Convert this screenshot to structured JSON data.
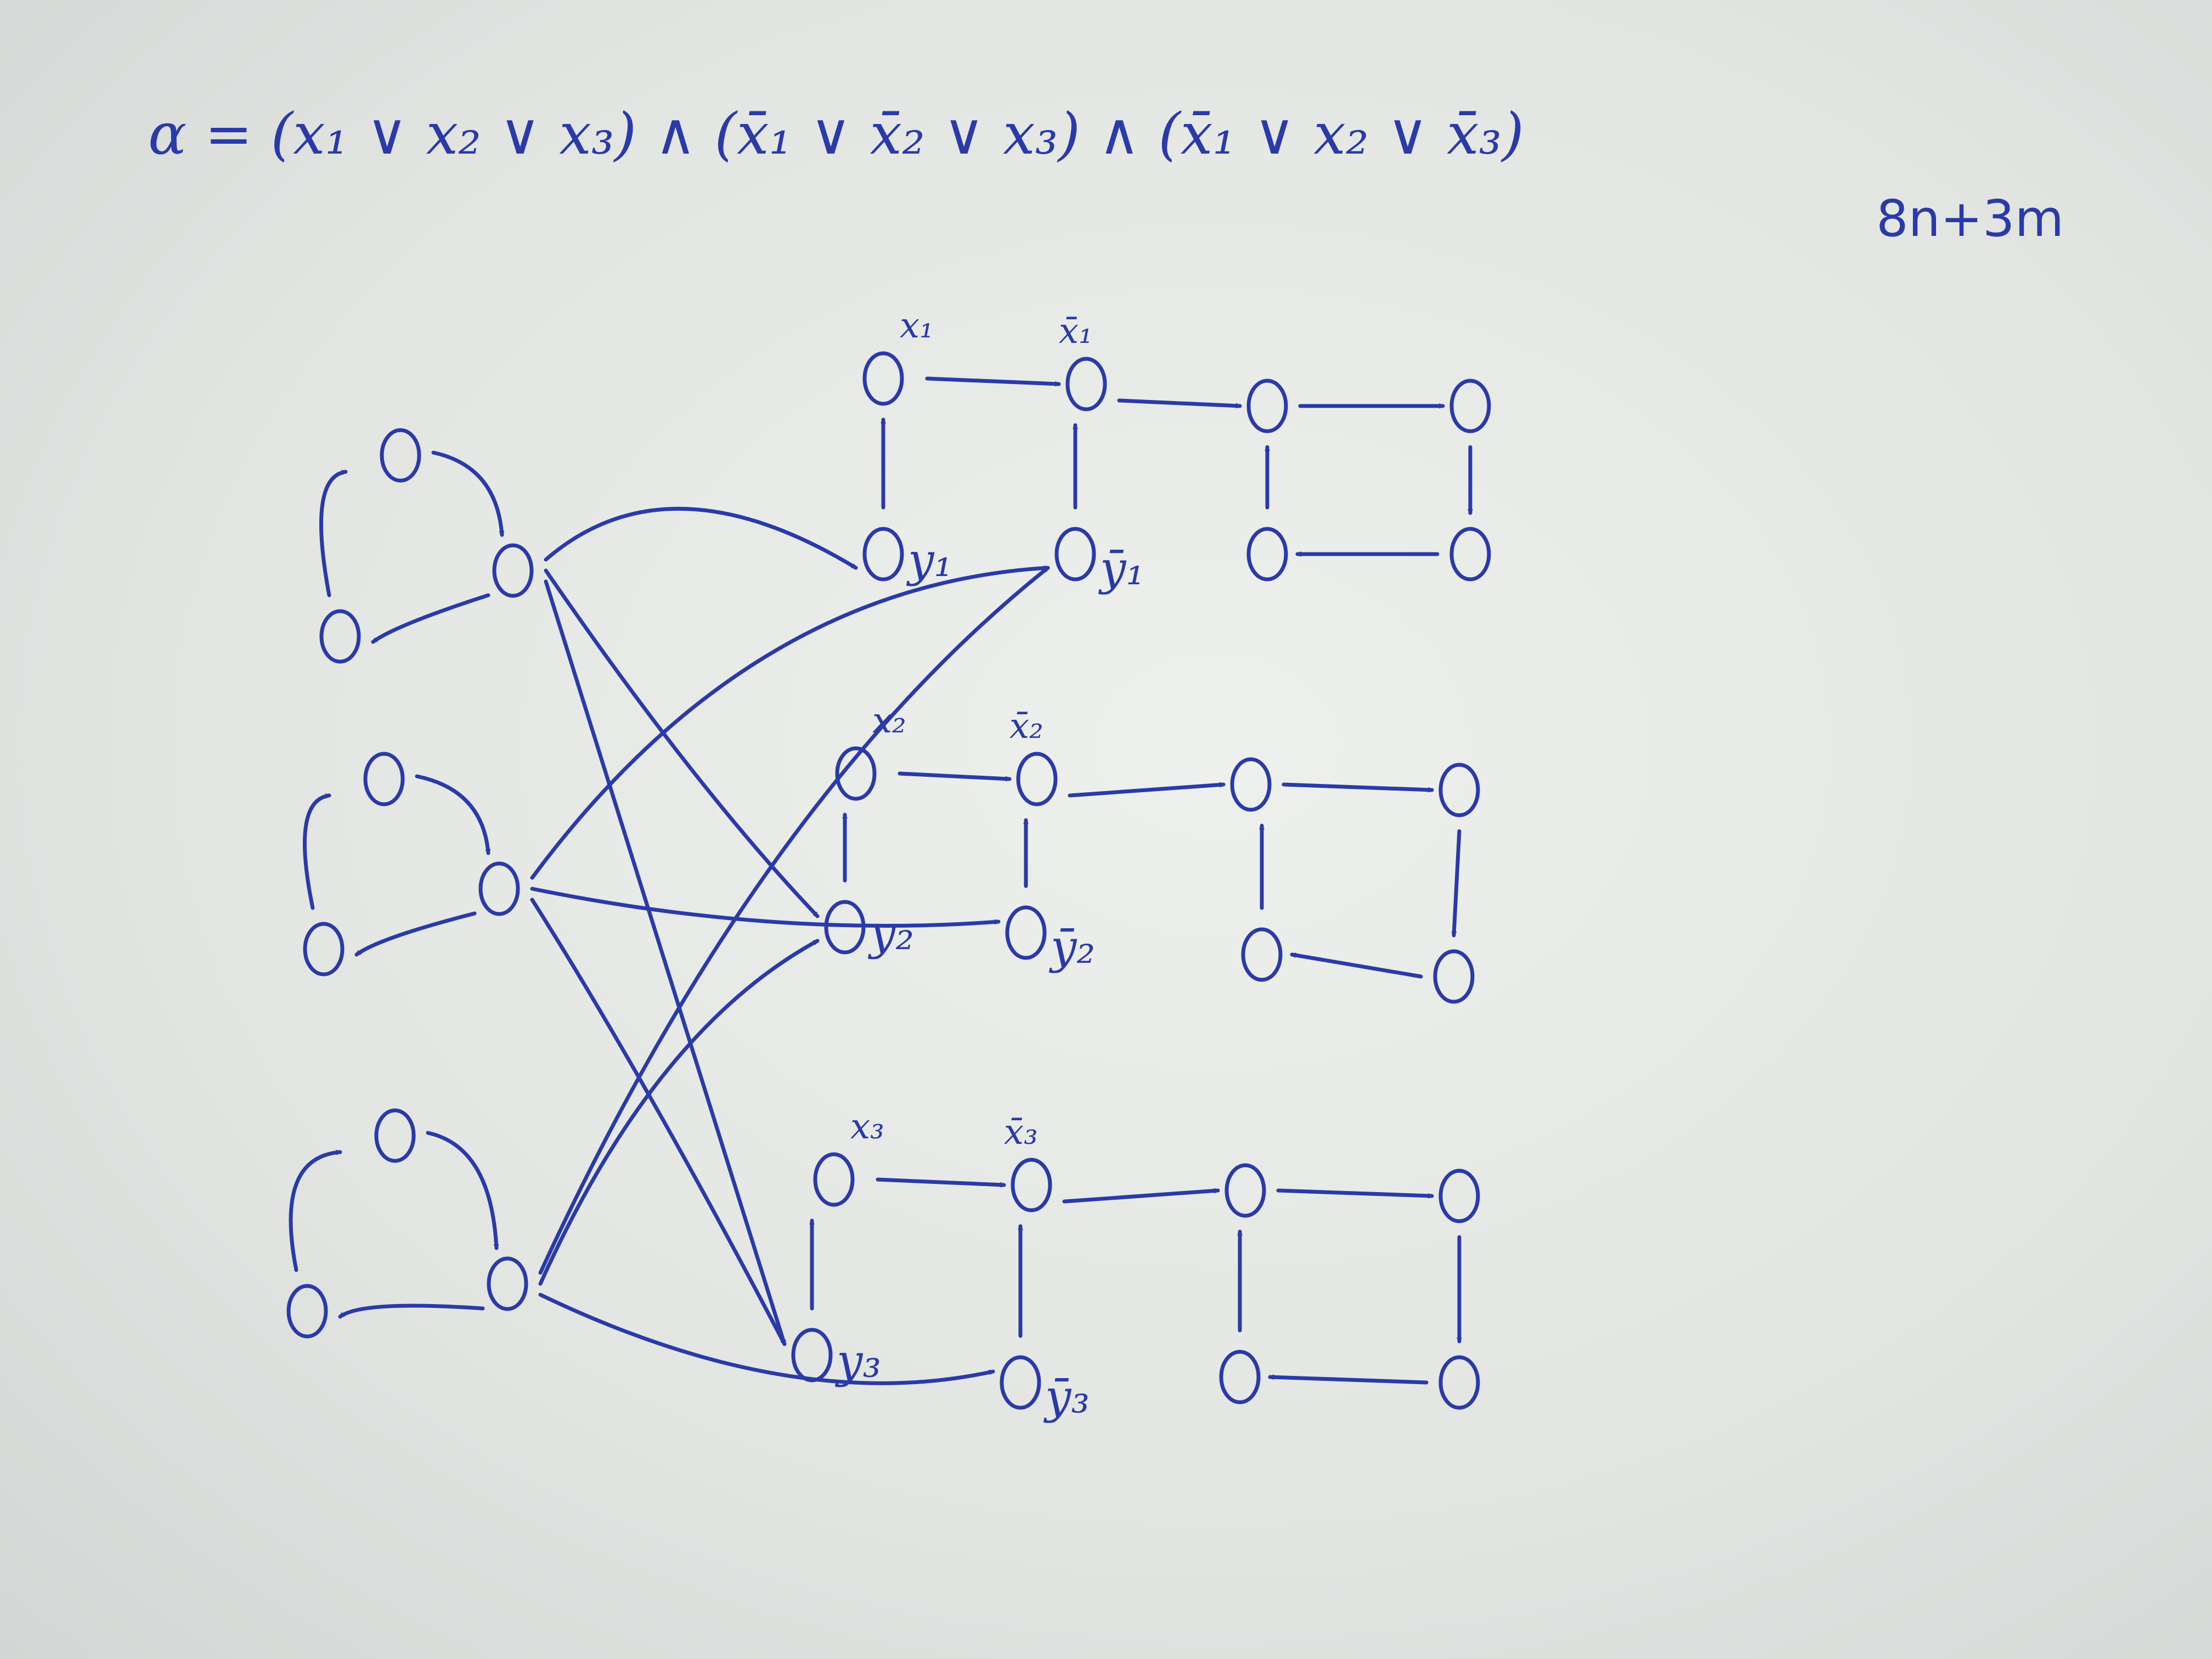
{
  "formula": "α = (x₁ ∨ x₂ ∨ x₃) ∧ (x̄₁ ∨ x̄₂ ∨ x₃) ∧ (x̄₁ ∨ x₂ ∨ x̄₃)",
  "size_note": "8n+3m",
  "gadgets": [
    {
      "x_label": "x₁",
      "xbar_label": "x̄₁",
      "y_label": "y₁",
      "ybar_label": "ȳ₁"
    },
    {
      "x_label": "x₂",
      "xbar_label": "x̄₂",
      "y_label": "y₂",
      "ybar_label": "ȳ₂"
    },
    {
      "x_label": "x₃",
      "xbar_label": "x̄₃",
      "y_label": "y₃",
      "ybar_label": "ȳ₃"
    }
  ],
  "clause_edges": [
    {
      "clause": 1,
      "targets": [
        "y₁",
        "y₂",
        "y₃"
      ]
    },
    {
      "clause": 2,
      "targets": [
        "ȳ₁",
        "ȳ₂",
        "y₃"
      ]
    },
    {
      "clause": 3,
      "targets": [
        "ȳ₁",
        "y₂",
        "ȳ₃"
      ]
    }
  ],
  "colors": {
    "ink": "#2a3aa6",
    "paper": "#e4e6e4"
  }
}
